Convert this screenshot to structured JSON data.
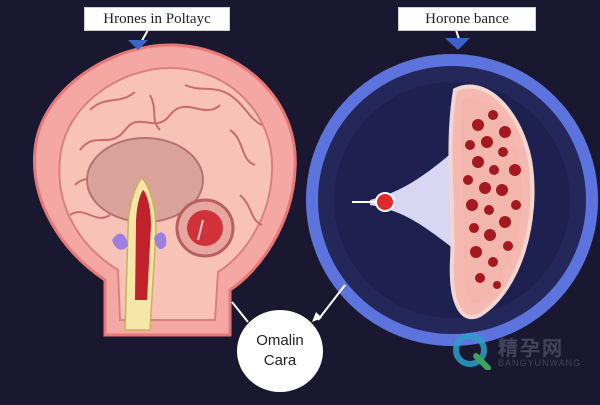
{
  "labels": {
    "left_title": "Hrones in Poltayc",
    "right_title": "Horone bance",
    "bubble_line1": "Omalin",
    "bubble_line2": "Cara"
  },
  "watermark": {
    "chinese": "精孕网",
    "english": "BANGYUNWANG"
  },
  "colors": {
    "background": "#1a1830",
    "brain_outer": "#f2a0a0",
    "brain_tissue": "#f7c4b8",
    "ring_blue": "#5a6fd8",
    "gland_red": "#c0212a",
    "arrow_blue": "#3b63c8"
  }
}
